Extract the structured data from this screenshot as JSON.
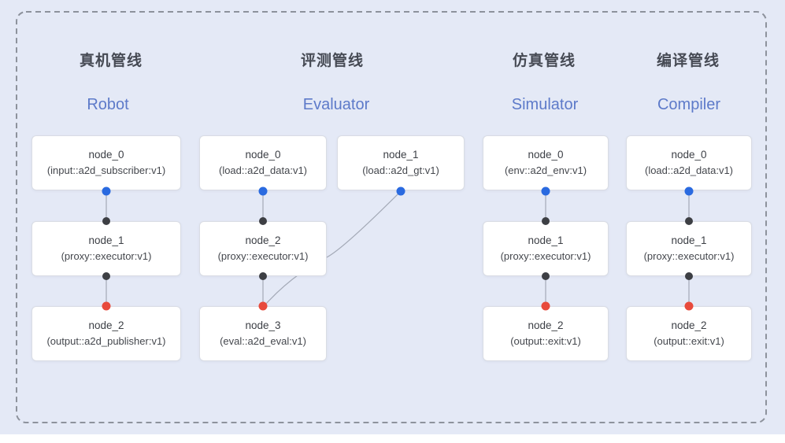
{
  "diagram_title": "pipeline-overview",
  "colors": {
    "background": "#e4e9f6",
    "dashed_border": "#8d929c",
    "node_bg": "#ffffff",
    "node_border": "#d9dce4",
    "node_text": "#3c3f45",
    "header_zh_text": "#464a54",
    "header_en_text": "#5d7ac9",
    "edge": "#a3a9b6",
    "blue_port": "#2a6ae0",
    "dark_port": "#3d3f44",
    "red_port": "#e84a3c"
  },
  "pipelines": [
    {
      "id": "robot",
      "title_zh": "真机管线",
      "title_en": "Robot",
      "nodes": [
        {
          "name": "node_0",
          "type": "(input::a2d_subscriber:v1)"
        },
        {
          "name": "node_1",
          "type": "(proxy::executor:v1)"
        },
        {
          "name": "node_2",
          "type": "(output::a2d_publisher:v1)"
        }
      ]
    },
    {
      "id": "evaluator",
      "title_zh": "评测管线",
      "title_en": "Evaluator",
      "nodes": [
        {
          "name": "node_0",
          "type": "(load::a2d_data:v1)"
        },
        {
          "name": "node_1",
          "type": "(load::a2d_gt:v1)"
        },
        {
          "name": "node_2",
          "type": "(proxy::executor:v1)"
        },
        {
          "name": "node_3",
          "type": "(eval::a2d_eval:v1)"
        }
      ]
    },
    {
      "id": "simulator",
      "title_zh": "仿真管线",
      "title_en": "Simulator",
      "nodes": [
        {
          "name": "node_0",
          "type": "(env::a2d_env:v1)"
        },
        {
          "name": "node_1",
          "type": "(proxy::executor:v1)"
        },
        {
          "name": "node_2",
          "type": "(output::exit:v1)"
        }
      ]
    },
    {
      "id": "compiler",
      "title_zh": "编译管线",
      "title_en": "Compiler",
      "nodes": [
        {
          "name": "node_0",
          "type": "(load::a2d_data:v1)"
        },
        {
          "name": "node_1",
          "type": "(proxy::executor:v1)"
        },
        {
          "name": "node_2",
          "type": "(output::exit:v1)"
        }
      ]
    }
  ]
}
